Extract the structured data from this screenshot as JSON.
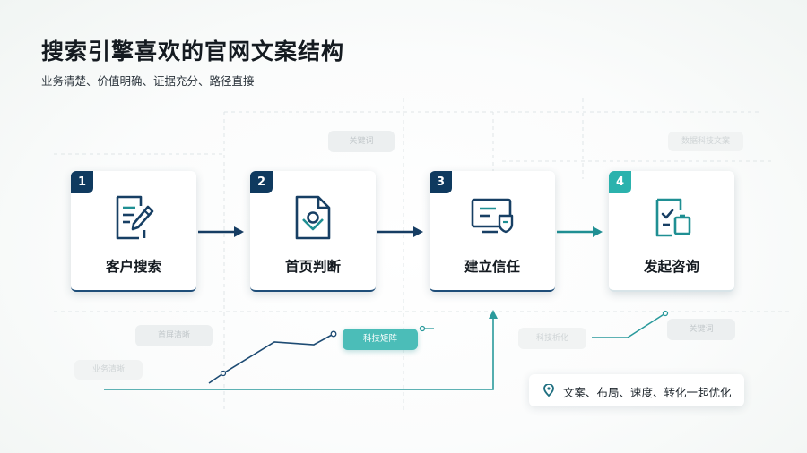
{
  "header": {
    "title": "搜索引擎喜欢的官网文案结构",
    "subtitle": "业务清楚、价值明确、证据充分、路径直接"
  },
  "steps": [
    {
      "number": "1",
      "label": "客户搜索",
      "icon": "document-edit-icon"
    },
    {
      "number": "2",
      "label": "首页判断",
      "icon": "document-location-icon"
    },
    {
      "number": "3",
      "label": "建立信任",
      "icon": "monitor-shield-icon"
    },
    {
      "number": "4",
      "label": "发起咨询",
      "icon": "clipboard-check-icon"
    }
  ],
  "chips": {
    "keyword_top": "关键词",
    "tech_copy": "数据科技文案",
    "first_screen": "首屏清晰",
    "business_clear": "业务清晰",
    "tech_matrix": "科技矩阵",
    "tech_analysis": "科技析化",
    "keyword_right": "关键词"
  },
  "note": {
    "text": "文案、布局、速度、转化一起优化",
    "icon": "location-pin-icon"
  },
  "colors": {
    "navy": "#0f3a5f",
    "teal": "#2bb2ad",
    "arrow_navy": "#163d63",
    "arrow_teal": "#1f8f93"
  }
}
